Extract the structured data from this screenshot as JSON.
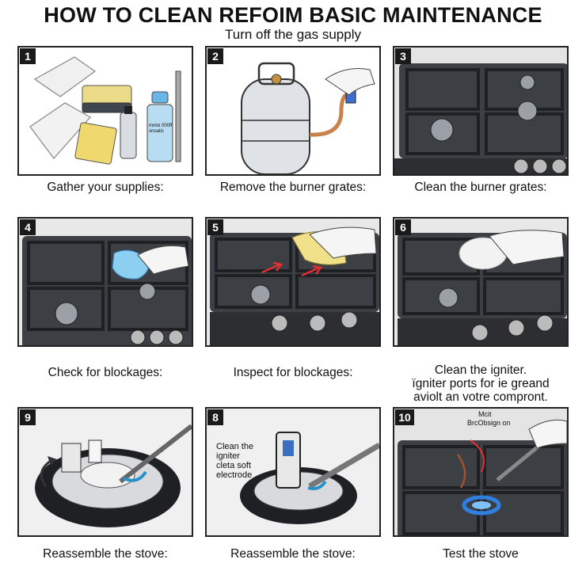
{
  "title": "HOW TO CLEAN REFOIM BASIC MAINTENANCE",
  "subtitle": "Turn off the gas supply",
  "steps": [
    {
      "num": "1",
      "caption": "Gather your supplies:",
      "bottle_label": "mnloi 000ff snoatic"
    },
    {
      "num": "2",
      "caption": "Remove the burner grates:"
    },
    {
      "num": "3",
      "caption": "Clean the burner grates:"
    },
    {
      "num": "4",
      "caption": "Check for blockages:"
    },
    {
      "num": "5",
      "caption": "Inspect for blockages:"
    },
    {
      "num": "6",
      "caption_lines": [
        "Clean the igniter.",
        "ïgniter ports for ie greand",
        "aviolt an votre compront."
      ]
    },
    {
      "num": "9",
      "caption": "Reassemble the stove:"
    },
    {
      "num": "8",
      "caption": "Reassemble the stove:",
      "overlay_lines": [
        "Clean the",
        "igniter",
        "cleta soft",
        "electrode"
      ]
    },
    {
      "num": "10",
      "caption": "Test the stove",
      "overlay_lines": [
        "Mcit",
        "BrcObsign on"
      ]
    }
  ],
  "colors": {
    "stove": "#3c3f44",
    "grate": "#1e2024",
    "flame": "#2e7fe0",
    "cloth_yellow": "#f0e08a",
    "cloth_blue": "#8ccff0",
    "pipe": "#c8814a"
  }
}
